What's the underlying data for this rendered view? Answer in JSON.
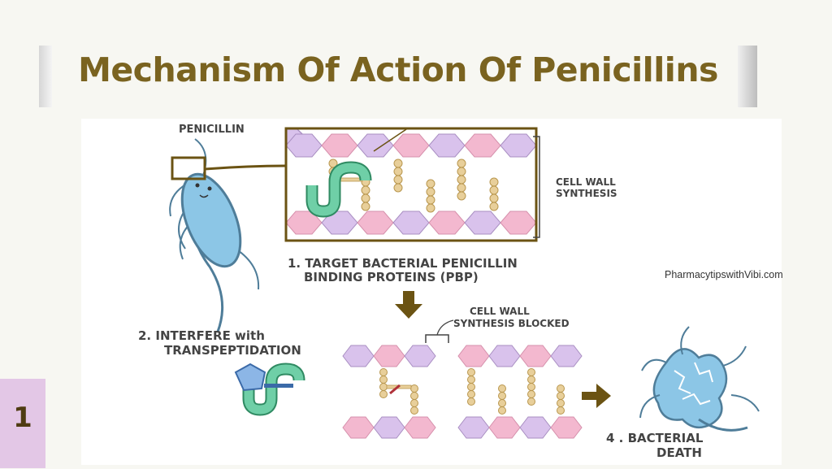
{
  "slide": {
    "title": "Mechanism Of Action Of Penicillins",
    "number": "1",
    "watermark": "PharmacytipswithVibi.com"
  },
  "diagram": {
    "penicillin_label": "PENICILLIN",
    "cell_wall_label_1": "CELL WALL",
    "cell_wall_label_2": "SYNTHESIS",
    "step1_line1": "1. TARGET BACTERIAL PENICILLIN",
    "step1_line2": "BINDING PROTEINS (PBP)",
    "step2_line1": "2. INTERFERE with",
    "step2_line2": "TRANSPEPTIDATION",
    "blocked_line1": "CELL WALL",
    "blocked_line2": "SYNTHESIS BLOCKED",
    "step4_line1": "4 . BACTERIAL",
    "step4_line2": "DEATH"
  },
  "colors": {
    "title": "#7a6320",
    "hex_purple": "#d9c2ec",
    "hex_pink": "#f3b8cf",
    "bead": "#e8cf9a",
    "protein": "#6fcfa7",
    "bacterium": "#8cc6e6",
    "arrow": "#6b5313",
    "slide_number_bg": "#e3c7e6"
  }
}
